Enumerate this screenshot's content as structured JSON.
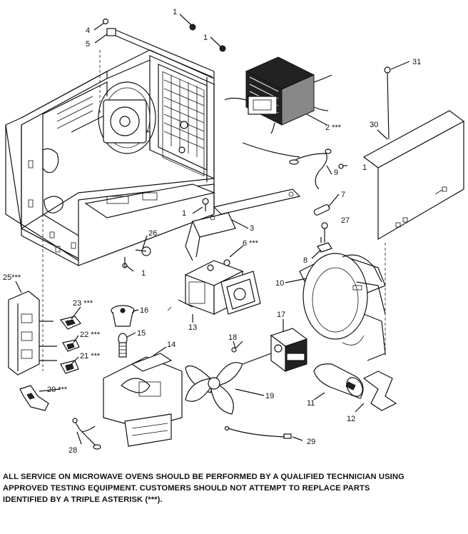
{
  "diagram": {
    "callouts": [
      {
        "id": "c1a",
        "label": "1"
      },
      {
        "id": "c1b",
        "label": "1"
      },
      {
        "id": "c1c",
        "label": "1"
      },
      {
        "id": "c1d",
        "label": "1"
      },
      {
        "id": "c1e",
        "label": "1"
      },
      {
        "id": "c2",
        "label": "2 ***"
      },
      {
        "id": "c3",
        "label": "3"
      },
      {
        "id": "c4",
        "label": "4"
      },
      {
        "id": "c5",
        "label": "5"
      },
      {
        "id": "c6",
        "label": "6 ***"
      },
      {
        "id": "c7",
        "label": "7"
      },
      {
        "id": "c8",
        "label": "8"
      },
      {
        "id": "c9",
        "label": "9"
      },
      {
        "id": "c10",
        "label": "10"
      },
      {
        "id": "c11",
        "label": "11"
      },
      {
        "id": "c12",
        "label": "12"
      },
      {
        "id": "c13",
        "label": "13"
      },
      {
        "id": "c14",
        "label": "14"
      },
      {
        "id": "c15",
        "label": "15"
      },
      {
        "id": "c16",
        "label": "16"
      },
      {
        "id": "c17",
        "label": "17"
      },
      {
        "id": "c18",
        "label": "18"
      },
      {
        "id": "c19",
        "label": "19"
      },
      {
        "id": "c20",
        "label": "20 ***"
      },
      {
        "id": "c21",
        "label": "21 ***"
      },
      {
        "id": "c22",
        "label": "22 ***"
      },
      {
        "id": "c23",
        "label": "23 ***"
      },
      {
        "id": "c25",
        "label": "25***"
      },
      {
        "id": "c26",
        "label": "26"
      },
      {
        "id": "c27",
        "label": "27"
      },
      {
        "id": "c28",
        "label": "28"
      },
      {
        "id": "c29",
        "label": "29"
      },
      {
        "id": "c30",
        "label": "30"
      },
      {
        "id": "c31",
        "label": "31"
      }
    ]
  },
  "notice": {
    "line1": "ALL SERVICE ON MICROWAVE OVENS SHOULD BE PERFORMED BY A  QUALIFIED TECHNICIAN USING",
    "line2": "APPROVED TESTING EQUIPMENT.  CUSTOMERS SHOULD NOT ATTEMPT TO REPLACE PARTS",
    "line3": "IDENTIFIED BY A TRIPLE ASTERISK (***)."
  }
}
